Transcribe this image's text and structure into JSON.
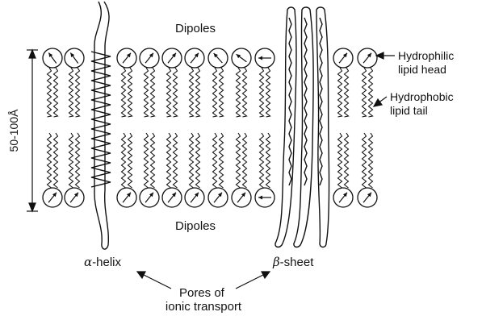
{
  "labels": {
    "dipoles_top": "Dipoles",
    "dipoles_bottom": "Dipoles",
    "thickness": "50-100Å",
    "head_line1": "Hydrophilic",
    "head_line2": "lipid head",
    "tail_line1": "Hydrophobic",
    "tail_line2": "lipid tail",
    "alpha_symbol": "α",
    "alpha_suffix": "-helix",
    "beta_symbol": "β",
    "beta_suffix": "-sheet",
    "pores_line1": "Pores of",
    "pores_line2": "ionic transport"
  },
  "colors": {
    "ink": "#111111",
    "background": "#ffffff"
  }
}
